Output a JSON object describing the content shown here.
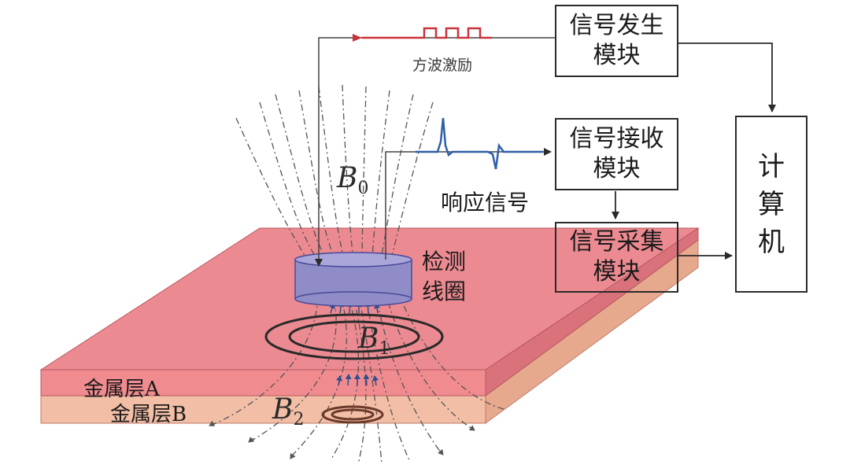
{
  "boxes": {
    "signal_generator": [
      "信号发生",
      "模块"
    ],
    "signal_receiver": [
      "信号接收",
      "模块"
    ],
    "signal_acquisition": [
      "信号采集",
      "模块"
    ],
    "computer": [
      "计",
      "算",
      "机"
    ]
  },
  "labels": {
    "square_wave": "方波激励",
    "response_signal": "响应信号",
    "detection_coil": [
      "检测",
      "线圈"
    ],
    "metal_layer_a": "金属层A",
    "metal_layer_b": "金属层B"
  },
  "fields": {
    "b0": {
      "symbol": "B",
      "sub": "0"
    },
    "b1": {
      "symbol": "B",
      "sub": "1"
    },
    "b2": {
      "symbol": "B",
      "sub": "2"
    }
  },
  "colors": {
    "layer_a_top": "#ec8a91",
    "layer_a_front": "#f08b8f",
    "layer_a_side": "#d9727a",
    "layer_b_front": "#f2bea6",
    "layer_b_side": "#e7a98e",
    "excitation": "#c9333a",
    "response": "#2f5fa6",
    "coil": "#8f8cc7",
    "field_lines": "#555555",
    "box_border": "#2a2a2a"
  }
}
